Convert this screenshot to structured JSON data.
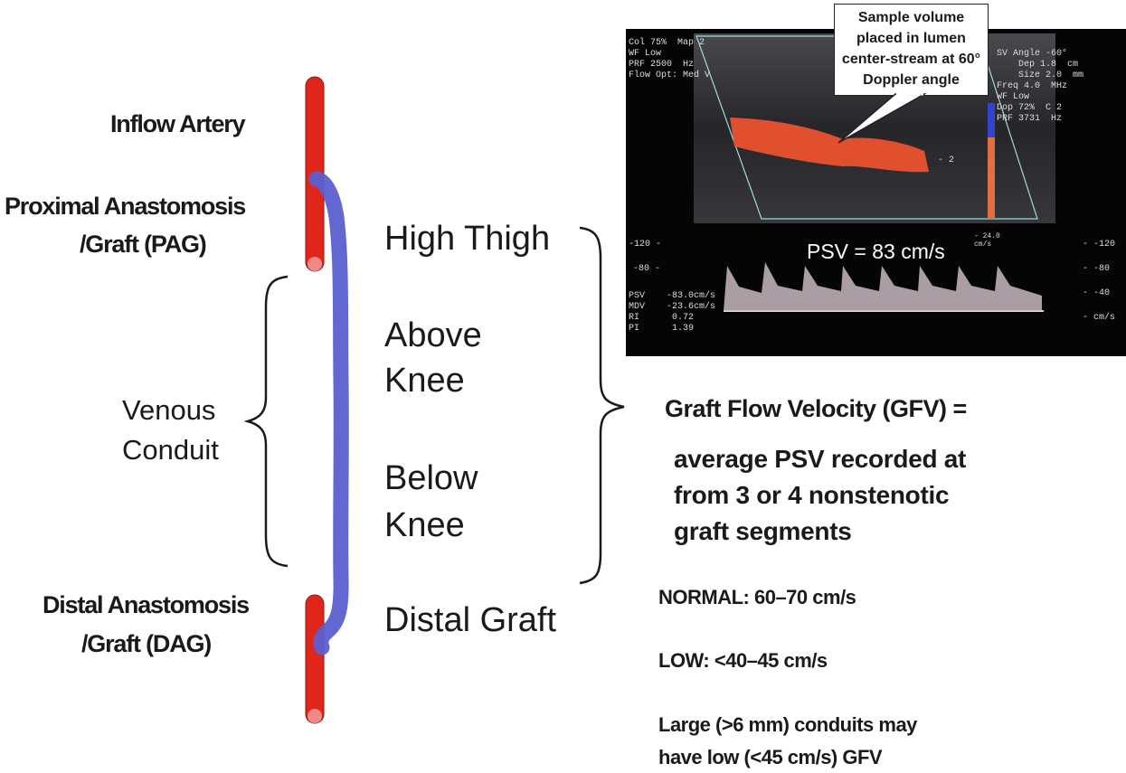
{
  "left_labels": {
    "inflow": "Inflow Artery",
    "proximal_1": "Proximal Anastomosis",
    "proximal_2": "/Graft  (PAG)",
    "venous_1": "Venous",
    "venous_2": "Conduit",
    "distal_1": "Distal Anastomosis",
    "distal_2": "/Graft  (DAG)"
  },
  "segments": {
    "high_thigh": "High Thigh",
    "above_1": "Above",
    "above_2": "Knee",
    "below_1": "Below",
    "below_2": "Knee",
    "distal": "Distal  Graft"
  },
  "ultrasound": {
    "callout": [
      "Sample volume",
      "placed in lumen",
      "center-stream at 60°",
      "Doppler angle"
    ],
    "top_left": "Col 75%  Map 2\nWF Low\nPRF 2500  Hz\nFlow Opt: Med V",
    "top_right": "SV Angle -60°\n    Dep 1.8  cm\n    Size 2.0  mm\nFreq 4.0  MHz\nWF Low\nDop 72%  C 2\nPRF 3731  Hz",
    "scale_mark": "- 2",
    "color_scale": "- 24.0\ncm/s",
    "psv_label": "PSV = 83 cm/s",
    "left_axis": [
      "-120 -",
      "-80 -"
    ],
    "right_axis": [
      "- -120",
      "- -80",
      "- -40",
      "- cm/s"
    ],
    "measurements": "PSV    -83.0cm/s\nMDV    -23.6cm/s\nRI      0.72\nPI      1.39",
    "colors": {
      "flow": "#e0502e",
      "background": "#050505"
    }
  },
  "gfv": {
    "title": "Graft Flow Velocity  (GFV) =",
    "def_1": "average PSV recorded at",
    "def_2": "from 3 or 4 nonstenotic",
    "def_3": "graft segments",
    "normal": "NORMAL: 60–70 cm/s",
    "low": "LOW: <40–45 cm/s",
    "large_1": "Large (>6 mm)  conduits may",
    "large_2": "have low (<45 cm/s) GFV"
  },
  "colors": {
    "artery": "#e0261b",
    "artery_end": "#f08a8a",
    "vein": "#5b5fd0"
  }
}
